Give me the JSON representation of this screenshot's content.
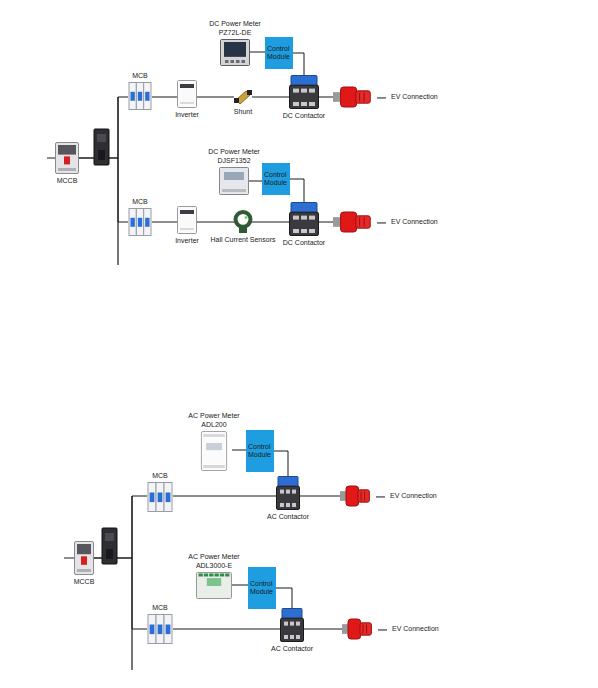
{
  "diagram": {
    "nodes": [
      {
        "text": [
          "MCCB"
        ]
      },
      {
        "text": [
          "MCB"
        ]
      },
      {
        "text": [
          "Inverter"
        ]
      },
      {
        "text": [
          "Shunt"
        ]
      },
      {
        "text": [
          "DC Contactor"
        ]
      },
      {
        "text": [
          "EV Connection"
        ]
      },
      {
        "text": [
          "DC Power Meter",
          "PZ72L-DE"
        ]
      },
      {
        "text": [
          "Control Module"
        ]
      },
      {
        "text": [
          "MCB"
        ]
      },
      {
        "text": [
          "Inverter"
        ]
      },
      {
        "text": [
          "Hall Current Sensors"
        ]
      },
      {
        "text": [
          "DC Contactor"
        ]
      },
      {
        "text": [
          "EV Connection"
        ]
      },
      {
        "text": [
          "DC Power Meter",
          "DJSF1352"
        ]
      },
      {
        "text": [
          "Control Module"
        ]
      },
      {
        "text": [
          "MCCB"
        ]
      },
      {
        "text": [
          "MCB"
        ]
      },
      {
        "text": [
          "AC Contactor"
        ]
      },
      {
        "text": [
          "EV Connection"
        ]
      },
      {
        "text": [
          "AC Power Meter",
          "ADL200"
        ]
      },
      {
        "text": [
          "Control Module"
        ]
      },
      {
        "text": [
          "MCB"
        ]
      },
      {
        "text": [
          "AC Contactor"
        ]
      },
      {
        "text": [
          "EV Connection"
        ]
      },
      {
        "text": [
          "AC Power Meter",
          "ADL3000-E"
        ]
      },
      {
        "text": [
          "Control Module"
        ]
      }
    ],
    "edges": [
      {
        "from": 0,
        "to": 1,
        "arrow": "none"
      },
      {
        "from": 1,
        "to": 2,
        "arrow": "none"
      },
      {
        "from": 2,
        "to": 3,
        "arrow": "none"
      },
      {
        "from": 3,
        "to": 4,
        "arrow": "none"
      },
      {
        "from": 4,
        "to": 5,
        "arrow": "none"
      },
      {
        "from": 6,
        "to": 7,
        "arrow": "none"
      },
      {
        "from": 7,
        "to": 4,
        "arrow": "none"
      },
      {
        "from": 0,
        "to": 8,
        "arrow": "none"
      },
      {
        "from": 8,
        "to": 9,
        "arrow": "none"
      },
      {
        "from": 9,
        "to": 10,
        "arrow": "none"
      },
      {
        "from": 10,
        "to": 11,
        "arrow": "none"
      },
      {
        "from": 11,
        "to": 12,
        "arrow": "none"
      },
      {
        "from": 13,
        "to": 14,
        "arrow": "none"
      },
      {
        "from": 14,
        "to": 11,
        "arrow": "none"
      },
      {
        "from": 15,
        "to": 16,
        "arrow": "none"
      },
      {
        "from": 16,
        "to": 17,
        "arrow": "none"
      },
      {
        "from": 17,
        "to": 18,
        "arrow": "none"
      },
      {
        "from": 19,
        "to": 20,
        "arrow": "none"
      },
      {
        "from": 20,
        "to": 17,
        "arrow": "none"
      },
      {
        "from": 15,
        "to": 21,
        "arrow": "none"
      },
      {
        "from": 21,
        "to": 22,
        "arrow": "none"
      },
      {
        "from": 22,
        "to": 23,
        "arrow": "none"
      },
      {
        "from": 24,
        "to": 25,
        "arrow": "none"
      },
      {
        "from": 25,
        "to": 22,
        "arrow": "none"
      }
    ]
  }
}
